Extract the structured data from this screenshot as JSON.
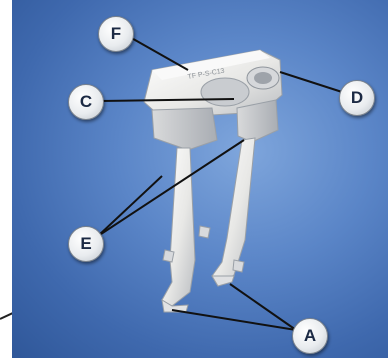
{
  "callouts": [
    {
      "id": "F",
      "label": "F"
    },
    {
      "id": "C",
      "label": "C"
    },
    {
      "id": "D",
      "label": "D"
    },
    {
      "id": "E",
      "label": "E"
    },
    {
      "id": "A",
      "label": "A"
    }
  ],
  "part_marking": "TF P-S-C13",
  "colors": {
    "background": "#4f78bb",
    "part": "#f2f2f2",
    "leader_line": "#111111"
  }
}
